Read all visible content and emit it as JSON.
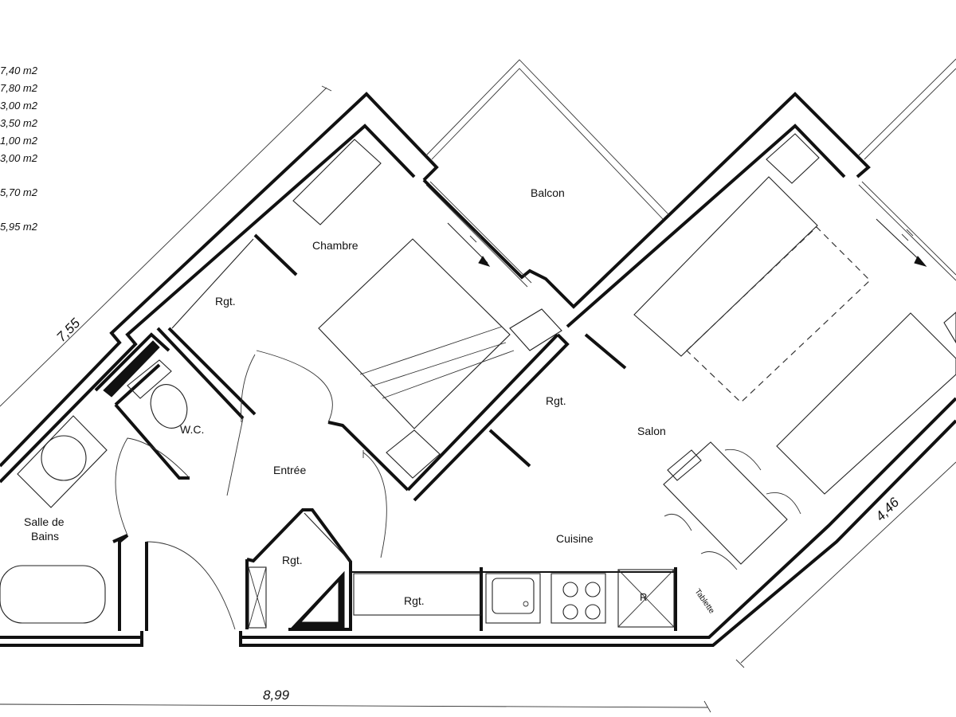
{
  "areas": [
    "7,40 m2",
    "7,80 m2",
    "3,00 m2",
    "3,50 m2",
    "1,00 m2",
    "3,00 m2",
    "5,70 m2",
    "5,95 m2"
  ],
  "rooms": {
    "balcon": "Balcon",
    "chambre": "Chambre",
    "rgt_chambre": "Rgt.",
    "rgt_salon": "Rgt.",
    "salon": "Salon",
    "wc": "W.C.",
    "entree": "Entrée",
    "salle_de_bains_line1": "Salle de",
    "salle_de_bains_line2": "Bains",
    "rgt_entree": "Rgt.",
    "rgt_cuisine": "Rgt.",
    "cuisine": "Cuisine",
    "tablette": "Tablette",
    "fridge": "R"
  },
  "dimensions": {
    "left_diagonal": "7,55",
    "right_diagonal": "4,46",
    "bottom": "8,99"
  }
}
